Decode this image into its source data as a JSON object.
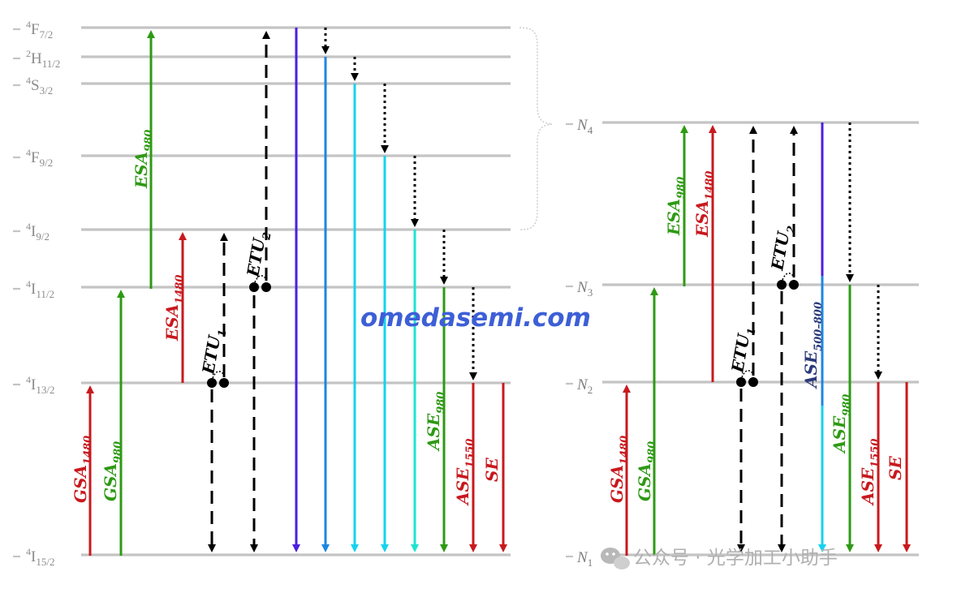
{
  "watermark": "omedasemi.com",
  "footer": {
    "text": "公众号 · 光学加工小助手"
  },
  "colors": {
    "level_line": "#c4c4c4",
    "level_label": "#8c8c8c",
    "brace": "#d0d0d0",
    "green": "#2e9a14",
    "red": "#c8191e",
    "black": "#000000",
    "purple": "#4b1fe0",
    "blue": "#1d86e0",
    "cyan": "#15d3ef",
    "aqua": "#1de3d0",
    "navy": "#2b3a7a"
  },
  "left_panel": {
    "levels": [
      {
        "sup": "4",
        "base": "F",
        "sub": "7/2"
      },
      {
        "sup": "2",
        "base": "H",
        "sub": "11/2"
      },
      {
        "sup": "4",
        "base": "S",
        "sub": "3/2"
      },
      {
        "sup": "4",
        "base": "F",
        "sub": "9/2"
      },
      {
        "sup": "4",
        "base": "I",
        "sub": "9/2"
      },
      {
        "sup": "4",
        "base": "I",
        "sub": "11/2"
      },
      {
        "sup": "4",
        "base": "I",
        "sub": "13/2"
      },
      {
        "sup": "4",
        "base": "I",
        "sub": "15/2"
      }
    ],
    "transitions": [
      {
        "main": "GSA",
        "sub": "1480",
        "color": "red"
      },
      {
        "main": "GSA",
        "sub": "980",
        "color": "green"
      },
      {
        "main": "ESA",
        "sub": "980",
        "color": "green"
      },
      {
        "main": "ESA",
        "sub": "1480",
        "color": "red"
      },
      {
        "main": "ETU",
        "sub": "1",
        "color": "black"
      },
      {
        "main": "ETU",
        "sub": "2",
        "color": "black"
      },
      {
        "main": "ASE",
        "sub": "980",
        "color": "green"
      },
      {
        "main": "ASE",
        "sub": "1550",
        "color": "red"
      },
      {
        "main": "SE",
        "sub": "",
        "color": "red"
      }
    ]
  },
  "right_panel": {
    "levels": [
      {
        "base": "N",
        "sub": "4"
      },
      {
        "base": "N",
        "sub": "3"
      },
      {
        "base": "N",
        "sub": "2"
      },
      {
        "base": "N",
        "sub": "1"
      }
    ],
    "transitions": [
      {
        "main": "GSA",
        "sub": "1480",
        "color": "red"
      },
      {
        "main": "GSA",
        "sub": "980",
        "color": "green"
      },
      {
        "main": "ESA",
        "sub": "980",
        "color": "green"
      },
      {
        "main": "ESA",
        "sub": "1480",
        "color": "red"
      },
      {
        "main": "ETU",
        "sub": "1",
        "color": "black"
      },
      {
        "main": "ETU",
        "sub": "2",
        "color": "black"
      },
      {
        "main": "ASE",
        "sub": "500–800",
        "color": "navy"
      },
      {
        "main": "ASE",
        "sub": "980",
        "color": "green"
      },
      {
        "main": "ASE",
        "sub": "1550",
        "color": "red"
      },
      {
        "main": "SE",
        "sub": "",
        "color": "red"
      }
    ]
  }
}
